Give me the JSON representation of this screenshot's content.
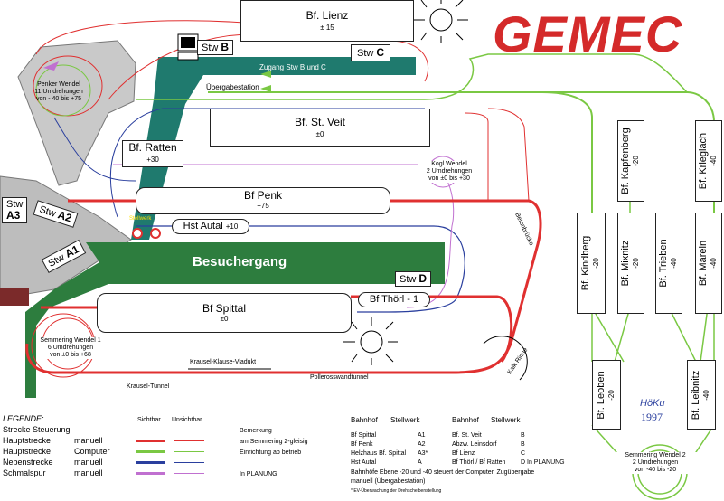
{
  "logo": {
    "text": "GEMEC",
    "color": "#d42a2a"
  },
  "colors": {
    "red": "#e03030",
    "green": "#7ac843",
    "blue": "#2a3f9e",
    "violet": "#c070d0",
    "darkgreen": "#2d7d3e",
    "teal": "#1f7a6e",
    "gray": "#bdbdbd",
    "track_gray": "#9a9a9a"
  },
  "stations": {
    "lienz": {
      "name": "Bf. Lienz",
      "level": "± 15"
    },
    "st_veit": {
      "name": "Bf. St. Veit",
      "level": "±0"
    },
    "ratten": {
      "name": "Bf. Ratten",
      "level": "+30"
    },
    "penk": {
      "name": "Bf Penk",
      "level": "+75"
    },
    "autal": {
      "name": "Hst Autal",
      "level": "+10"
    },
    "spittal": {
      "name": "Bf Spittal",
      "level": "±0"
    },
    "thoerl": {
      "name": "Bf Thörl",
      "level": "- 1"
    },
    "kapfenberg": {
      "name": "Bf. Kapfenberg",
      "level": "-20"
    },
    "krieglach": {
      "name": "Bf. Krieglach",
      "level": "-40"
    },
    "kindberg": {
      "name": "Bf. Kindberg",
      "level": "-20"
    },
    "mixnitz": {
      "name": "Bf. Mixnitz",
      "level": "-20"
    },
    "trieben": {
      "name": "Bf. Trieben",
      "level": "-40"
    },
    "marein": {
      "name": "Bf. Marein",
      "level": "-40"
    },
    "leoben": {
      "name": "Bf. Leoben",
      "level": "-20"
    },
    "leibnitz": {
      "name": "Bf. Leibnitz",
      "level": "-40"
    }
  },
  "stellwerke": {
    "b": {
      "prefix": "Stw",
      "letter": "B"
    },
    "c": {
      "prefix": "Stw",
      "letter": "C"
    },
    "d": {
      "prefix": "Stw",
      "letter": "D"
    },
    "a1": {
      "prefix": "Stw",
      "letter": "A1"
    },
    "a2": {
      "prefix": "Stw",
      "letter": "A2"
    },
    "a3": {
      "prefix": "Stw",
      "letter": "A3"
    }
  },
  "labels": {
    "zugang": "Zugang Stw B und C",
    "uebergabe": "Übergabestation",
    "besuchergang": "Besuchergang",
    "penker_wendel": [
      "Penker Wendel",
      "11 Umdrehungen",
      "von - 40 bis +75"
    ],
    "kogl_wendel": [
      "Kogl Wendel",
      "2 Umdrehungen",
      "von ±0 bis +30"
    ],
    "semmering1": [
      "Semmering Wendel 1",
      "6 Umdrehungen",
      "von ±0 bis +68"
    ],
    "semmering2": [
      "Semmering Wendel 2",
      "2 Umdrehungen",
      "von -40 bis -20"
    ],
    "beton": "Betonbrücke",
    "kalk": "Kalk Rinne",
    "krausel_viadukt": "Krausel-Klause-Viadukt",
    "krausel_tunnel": "Krausel-Tunnel",
    "polleros": "Pollerosswandtunnel",
    "stellwerk_small": "Stellwerk",
    "hoeku": "HöKu",
    "year": "1997"
  },
  "legend": {
    "title": "LEGENDE:",
    "col_sichtbar": "Sichtbar",
    "col_unsichtbar": "Unsichtbar",
    "col_bemerkung": "Bemerkung",
    "header": "Strecke Steuerung",
    "rows": [
      {
        "strecke": "Hauptstrecke",
        "steuerung": "manuell",
        "color": "red",
        "bemerkung": "am Semmering 2-gleisig"
      },
      {
        "strecke": "Hauptstrecke",
        "steuerung": "Computer",
        "color": "green",
        "bemerkung": "Einrichtung ab betrieb"
      },
      {
        "strecke": "Nebenstrecke",
        "steuerung": "manuell",
        "color": "blue",
        "bemerkung": ""
      },
      {
        "strecke": "Schmalspur",
        "steuerung": "manuell",
        "color": "violet",
        "bemerkung": "In PLANUNG"
      }
    ]
  },
  "table": {
    "head": [
      "Bahnhof",
      "Stellwerk",
      "Bahnhof",
      "Stellwerk"
    ],
    "rows": [
      [
        "Bf Spittal",
        "A1",
        "Bf. St. Veit",
        "B"
      ],
      [
        "Bf Penk",
        "A2",
        "Abzw. Leinsdorf",
        "B"
      ],
      [
        "Helzhaus Bf. Spittal",
        "A3*",
        "Bf Lienz",
        "C"
      ],
      [
        "Hst Autal",
        "A",
        "Bf Thörl / Bf Ratten",
        "D In PLANUNG"
      ]
    ],
    "note1": "Bahnhöfe Ebene -20 und -40 steuert der Computer, Zugübergabe",
    "note2": "manuell (Übergabestation)",
    "note3": "* EV-Überwachung der Drehscheibenstellung"
  }
}
